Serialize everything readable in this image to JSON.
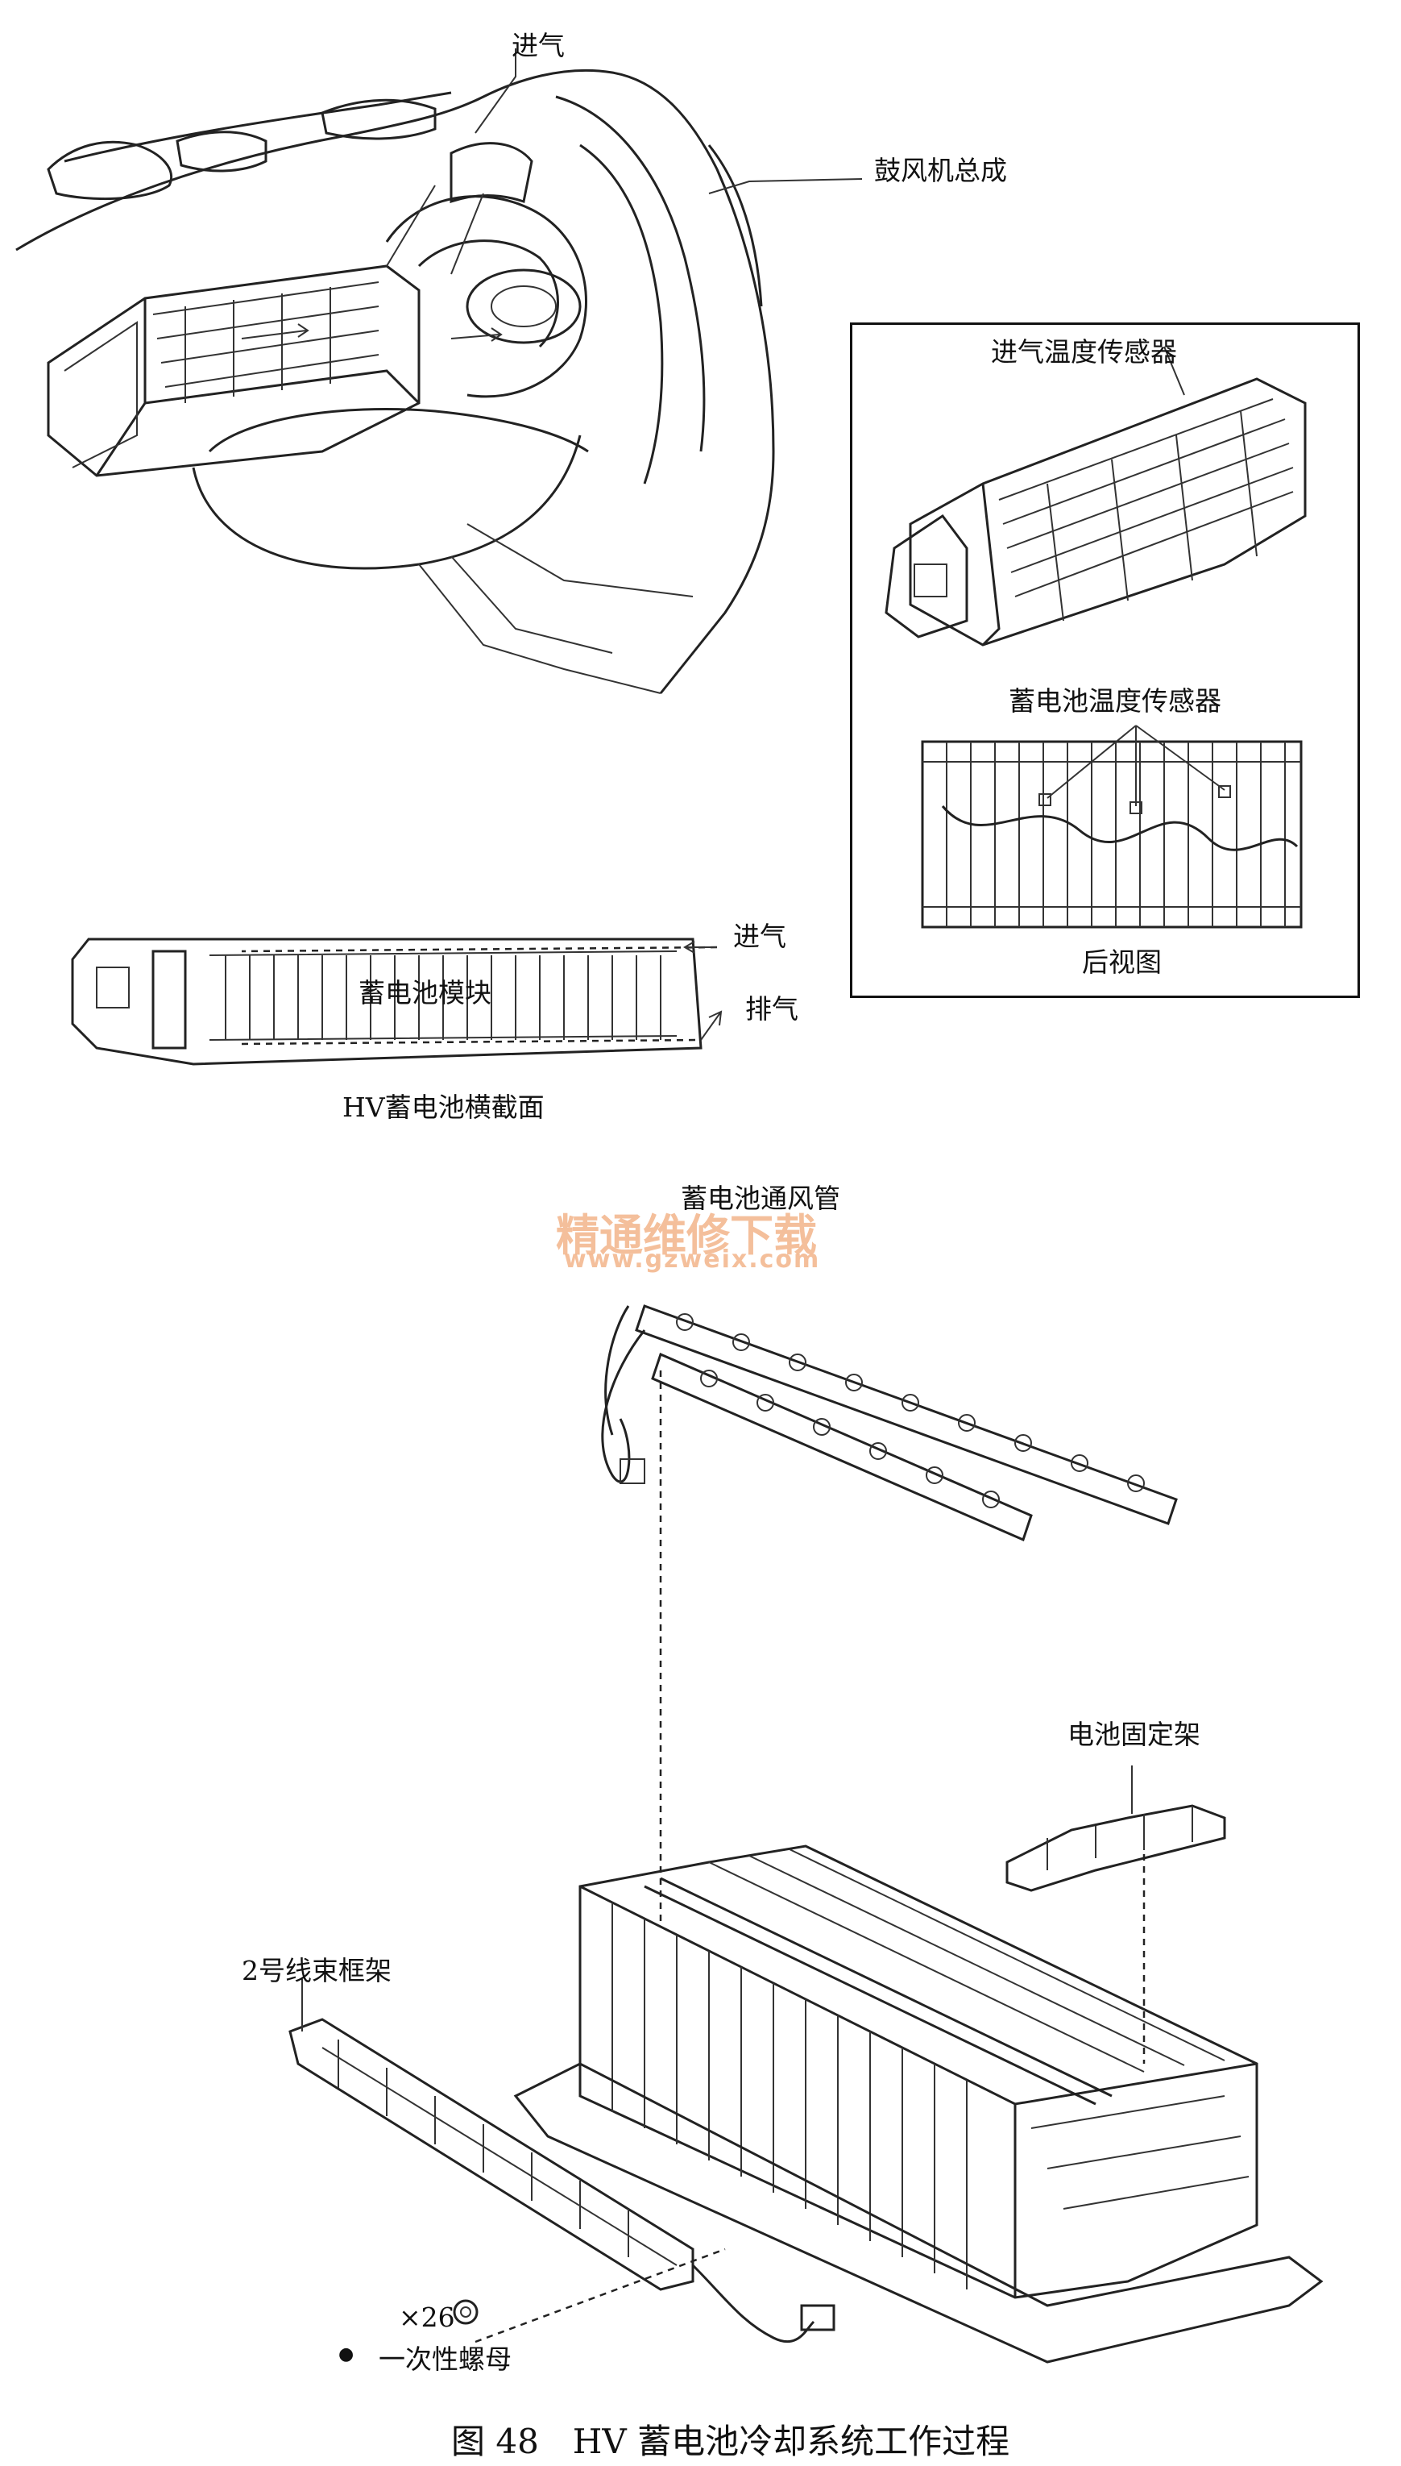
{
  "labels": {
    "intake_top": "进气",
    "blower": "鼓风机总成",
    "intake_temp_sensor": "进气温度传感器",
    "battery_temp_sensor": "蓄电池温度传感器",
    "rear_view": "后视图",
    "intake_side": "进气",
    "exhaust_side": "排气",
    "battery_module": "蓄电池模块",
    "cross_section": "HV蓄电池横截面",
    "vent_duct": "蓄电池通风管",
    "battery_bracket": "电池固定架",
    "harness_frame": "2号线束框架",
    "nut_count": "×26",
    "nut_bullet": "●",
    "nut_label": "一次性螺母"
  },
  "watermark": {
    "cn": "精通维修下载",
    "url": "www.gzweix.com"
  },
  "caption": "图 48　HV 蓄电池冷却系统工作过程",
  "colors": {
    "line": "#222222",
    "watermark": "#f3b48a"
  }
}
